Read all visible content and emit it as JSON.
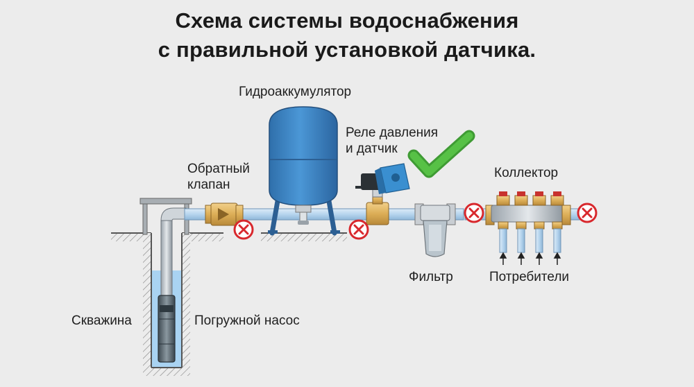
{
  "title": {
    "line1": "Схема системы водоснабжения",
    "line2": "с правильной установкой датчика."
  },
  "labels": {
    "accumulator": "Гидроаккумулятор",
    "relay_line1": "Реле давления",
    "relay_line2": "и датчик",
    "check_valve_line1": "Обратный",
    "check_valve_line2": "клапан",
    "collector": "Коллектор",
    "filter": "Фильтр",
    "consumers": "Потребители",
    "well": "Скважина",
    "pump": "Погружной насос"
  },
  "markers": {
    "correct": "check-mark-icon",
    "wrong": "cross-circle-icon"
  },
  "colors": {
    "tank": "#3f86c6",
    "pipe": "#b9d7ee",
    "water": "#a9d3f2",
    "brass": "#e0b563",
    "correct": "#4caf3e",
    "wrong": "#d8282d"
  }
}
